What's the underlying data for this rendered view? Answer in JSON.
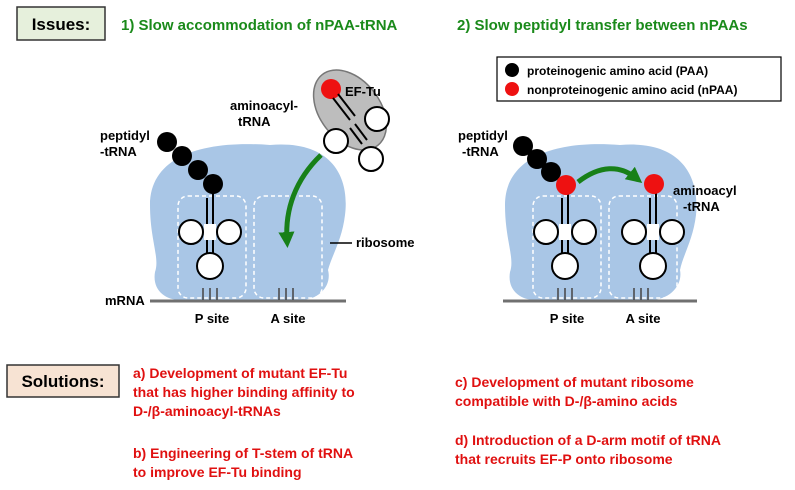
{
  "issues_label": "Issues:",
  "issue_1": "1) Slow accommodation of nPAA-tRNA",
  "issue_2": "2) Slow peptidyl transfer between nPAAs",
  "legend": {
    "paa": "proteinogenic amino acid (PAA)",
    "npaa": "nonproteinogenic amino acid (nPAA)"
  },
  "left_panel": {
    "peptidyl_line1": "peptidyl",
    "peptidyl_line2": "-tRNA",
    "aminoacyl_line1": "aminoacyl-",
    "aminoacyl_line2": "tRNA",
    "eftu": "EF-Tu",
    "ribosome": "ribosome",
    "mrna": "mRNA",
    "p_site": "P site",
    "a_site": "A site"
  },
  "right_panel": {
    "peptidyl_line1": "peptidyl",
    "peptidyl_line2": "-tRNA",
    "aminoacyl_line1": "aminoacyl",
    "aminoacyl_line2": "-tRNA",
    "p_site": "P site",
    "a_site": "A site"
  },
  "solutions_label": "Solutions:",
  "solution_a": [
    "a) Development of mutant EF-Tu",
    "that has higher binding affinity to",
    "D-/β-aminoacyl-tRNAs"
  ],
  "solution_b": [
    "b) Engineering of T-stem of tRNA",
    "to improve EF-Tu binding"
  ],
  "solution_c": [
    "c) Development of mutant ribosome",
    "compatible with D-/β-amino acids"
  ],
  "solution_d": [
    "d) Introduction of a D-arm motif of tRNA",
    "that recruits EF-P onto ribosome"
  ],
  "colors": {
    "issue_green": "#1a8a1a",
    "solution_red": "#e01010",
    "ribosome_blue": "#a9c6e6",
    "arrow_green": "#188018",
    "npaa_red": "#ee1111",
    "eftu_gray": "#bdbdbd",
    "issues_box_bg": "#e6f0dc",
    "solutions_box_bg": "#f7e3d3"
  }
}
